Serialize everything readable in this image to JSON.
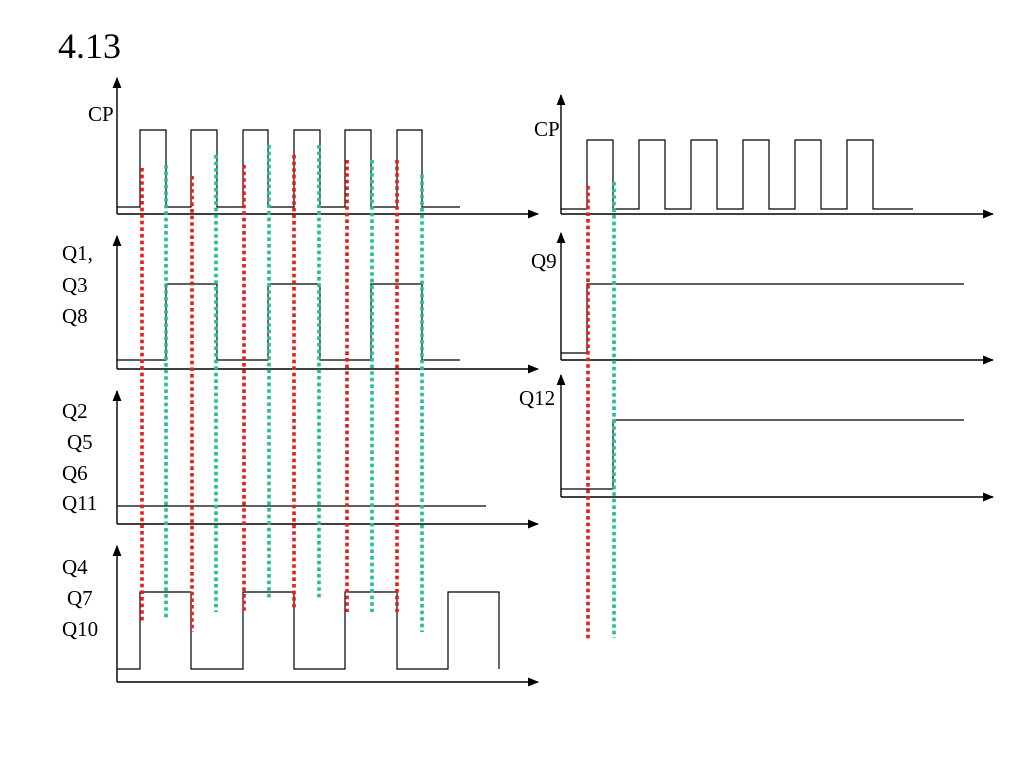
{
  "title": "4.13",
  "left": {
    "cp_label": "CP",
    "q1_lines": [
      "Q1,",
      "Q3",
      "Q8"
    ],
    "q2_lines": [
      "Q2",
      "Q5",
      "Q6",
      "Q11"
    ],
    "q4_lines": [
      "Q4",
      "Q7",
      "Q10"
    ]
  },
  "right": {
    "cp_label": "CP",
    "q9_label": "Q9",
    "q12_label": "Q12"
  },
  "colors": {
    "line": "#000000",
    "marker_red": "#e02020",
    "marker_green": "#20c090"
  }
}
